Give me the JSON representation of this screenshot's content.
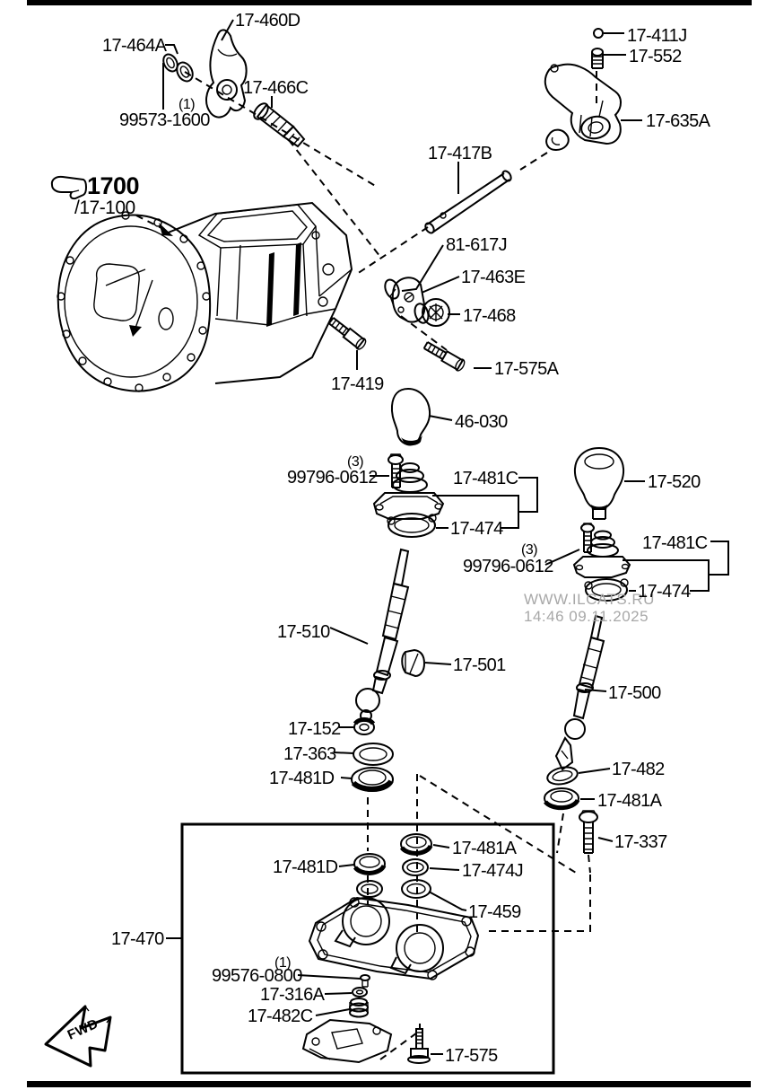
{
  "page": {
    "type": "exploded-parts-diagram",
    "subject": "manual transmission shift control"
  },
  "assembly": {
    "group_code": "1700",
    "group_ref": "/17-100"
  },
  "watermark": {
    "line1": "WWW.ILCATS.RU",
    "line2": "14:46 09.11.2025"
  },
  "fwd_arrow": {
    "label": "FWD"
  },
  "part_labels": [
    {
      "text": "17-460D"
    },
    {
      "text": "17-464A"
    },
    {
      "text": "(1)"
    },
    {
      "text": "99573-1600"
    },
    {
      "text": "17-466C"
    },
    {
      "text": "17-411J"
    },
    {
      "text": "17-552"
    },
    {
      "text": "17-635A"
    },
    {
      "text": "17-417B"
    },
    {
      "text": "81-617J"
    },
    {
      "text": "17-463E"
    },
    {
      "text": "17-468"
    },
    {
      "text": "17-575A"
    },
    {
      "text": "17-419"
    },
    {
      "text": "46-030"
    },
    {
      "text": "(3)"
    },
    {
      "text": "99796-0612"
    },
    {
      "text": "17-481C"
    },
    {
      "text": "17-474"
    },
    {
      "text": "17-520"
    },
    {
      "text": "(3)"
    },
    {
      "text": "99796-0612"
    },
    {
      "text": "17-481C"
    },
    {
      "text": "17-474"
    },
    {
      "text": "17-510"
    },
    {
      "text": "17-501"
    },
    {
      "text": "17-500"
    },
    {
      "text": "17-152"
    },
    {
      "text": "17-363"
    },
    {
      "text": "17-481D"
    },
    {
      "text": "17-482"
    },
    {
      "text": "17-481A"
    },
    {
      "text": "17-337"
    },
    {
      "text": "17-481A"
    },
    {
      "text": "17-481D"
    },
    {
      "text": "17-474J"
    },
    {
      "text": "17-459"
    },
    {
      "text": "17-470"
    },
    {
      "text": "(1)"
    },
    {
      "text": "99576-0800"
    },
    {
      "text": "17-316A"
    },
    {
      "text": "17-482C"
    },
    {
      "text": "17-575"
    }
  ]
}
